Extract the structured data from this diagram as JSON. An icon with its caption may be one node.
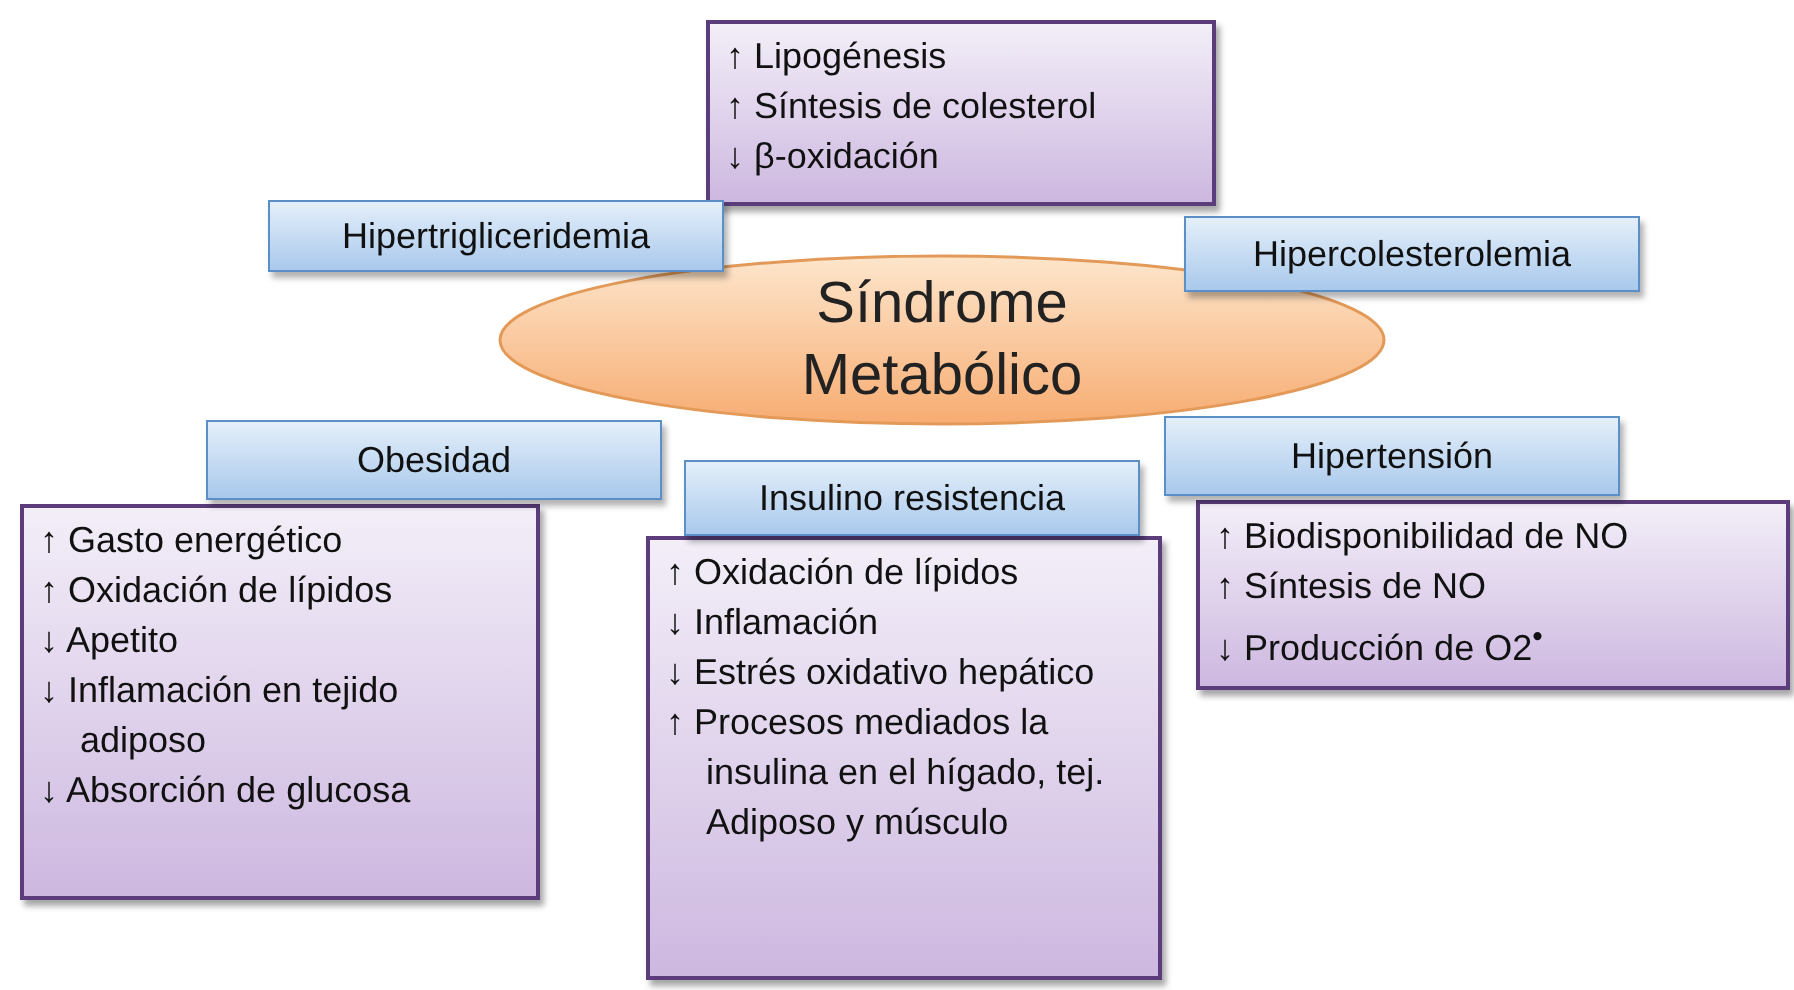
{
  "diagram": {
    "nodes": [
      {
        "text": [
          "↑ Lipogénesis",
          "↑ Síntesis de colesterol",
          "↓ β-oxidación"
        ]
      },
      {
        "text": [
          "Hipertrigliceridemia"
        ]
      },
      {
        "text": [
          "Hipercolesterolemia"
        ]
      },
      {
        "text": [
          "Síndrome Metabólico"
        ]
      },
      {
        "text": [
          "Obesidad"
        ]
      },
      {
        "text": [
          "Insulino resistencia"
        ]
      },
      {
        "text": [
          "Hipertensión"
        ]
      },
      {
        "text": [
          "↑ Gasto energético",
          "↑ Oxidación de lípidos",
          "↓ Apetito",
          "↓ Inflamación en tejido adiposo",
          "↓ Absorción de glucosa"
        ]
      },
      {
        "text": [
          "↑ Oxidación de lípidos",
          "↓ Inflamación",
          "↓ Estrés oxidativo hepático",
          "↑ Procesos mediados la insulina en el hígado, tej. Adiposo y músculo"
        ]
      },
      {
        "text": [
          "↑ Biodisponibilidad de NO",
          "↑ Síntesis de NO",
          "↓ Producción de O2$^{•}$"
        ]
      }
    ],
    "edges": []
  }
}
